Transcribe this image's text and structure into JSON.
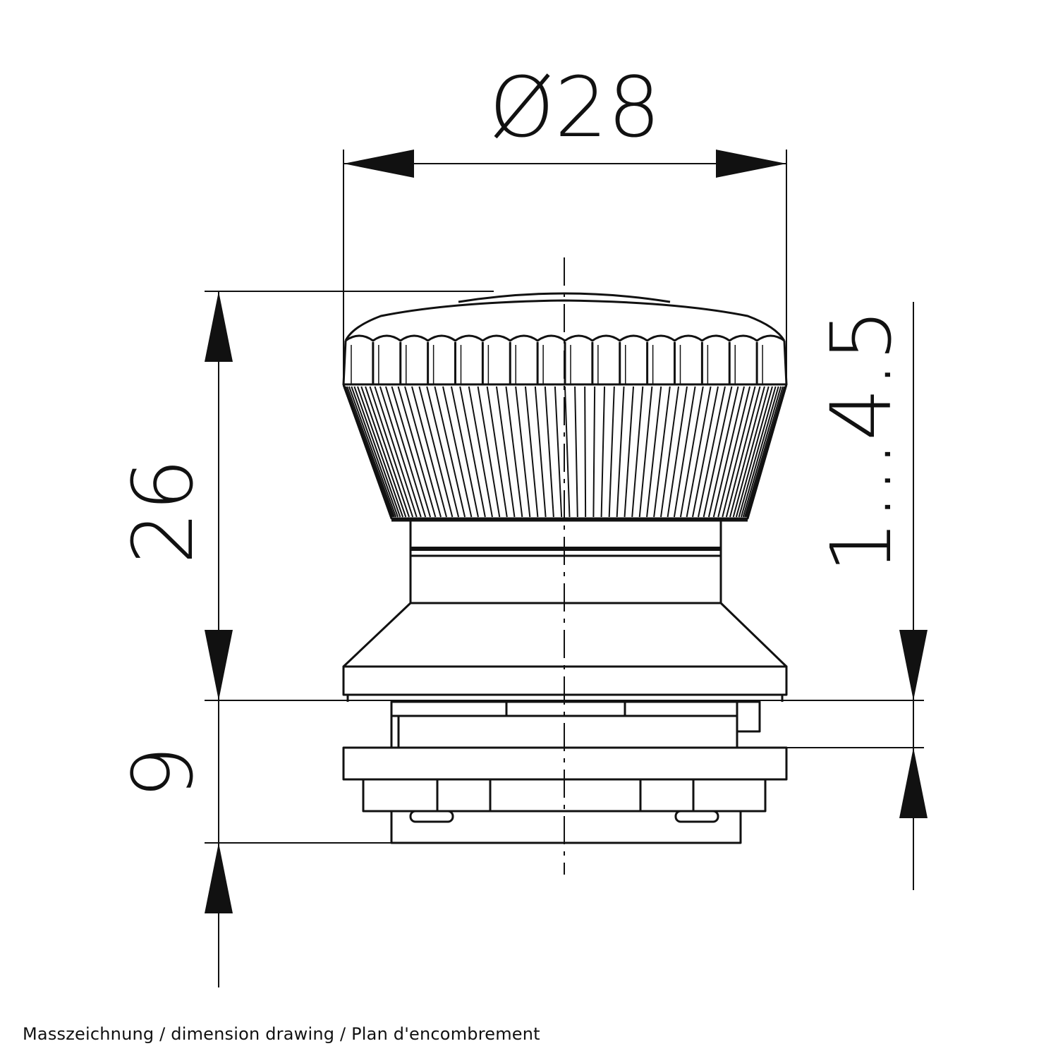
{
  "dimensions": {
    "diameter": "Ø28",
    "overall_height": "26",
    "base_height": "9",
    "panel_thickness": "1...4.5"
  },
  "caption": "Masszeichnung / dimension drawing / Plan d'encombrement",
  "colors": {
    "line": "#111111",
    "background": "#ffffff"
  }
}
